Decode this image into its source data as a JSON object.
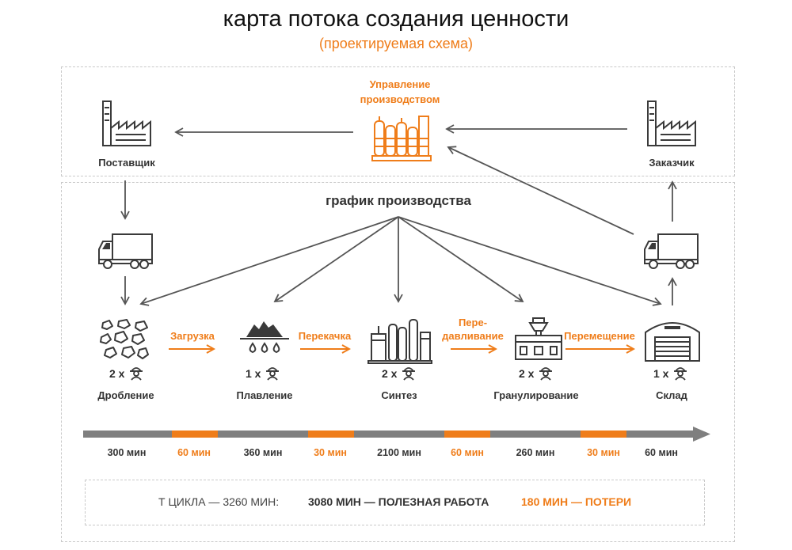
{
  "header": {
    "title": "карта потока создания ценности",
    "subtitle": "(проектируемая схема)"
  },
  "top": {
    "supplier": "Поставщик",
    "management": [
      "Управление",
      "производством"
    ],
    "customer": "Заказчик"
  },
  "schedule_label": "график производства",
  "stages": [
    {
      "name": "Дробление",
      "workers": "2 x"
    },
    {
      "name": "Плавление",
      "workers": "1 x"
    },
    {
      "name": "Синтез",
      "workers": "2 x"
    },
    {
      "name": "Гранулирование",
      "workers": "2 x"
    },
    {
      "name": "Склад",
      "workers": "1 x"
    }
  ],
  "transfers": [
    {
      "label": [
        "Загрузка"
      ]
    },
    {
      "label": [
        "Перекачка"
      ]
    },
    {
      "label": [
        "Пере-",
        "давливание"
      ]
    },
    {
      "label": [
        "Перемещение"
      ]
    }
  ],
  "timeline": [
    {
      "value": "300 мин",
      "loss": false
    },
    {
      "value": "60 мин",
      "loss": true
    },
    {
      "value": "360 мин",
      "loss": false
    },
    {
      "value": "30 мин",
      "loss": true
    },
    {
      "value": "2100 мин",
      "loss": false
    },
    {
      "value": "60 мин",
      "loss": true
    },
    {
      "value": "260 мин",
      "loss": false
    },
    {
      "value": "30 мин",
      "loss": true
    },
    {
      "value": "60 мин",
      "loss": false
    }
  ],
  "summary": {
    "cycle": "Т ЦИКЛА — 3260 МИН:",
    "useful": "3080 МИН — ПОЛЕЗНАЯ РАБОТА",
    "losses": "180 МИН — ПОТЕРИ"
  },
  "colors": {
    "accent": "#ef7d1a",
    "dark": "#3a3a3a",
    "timeline_gray": "#7f7f7f"
  }
}
